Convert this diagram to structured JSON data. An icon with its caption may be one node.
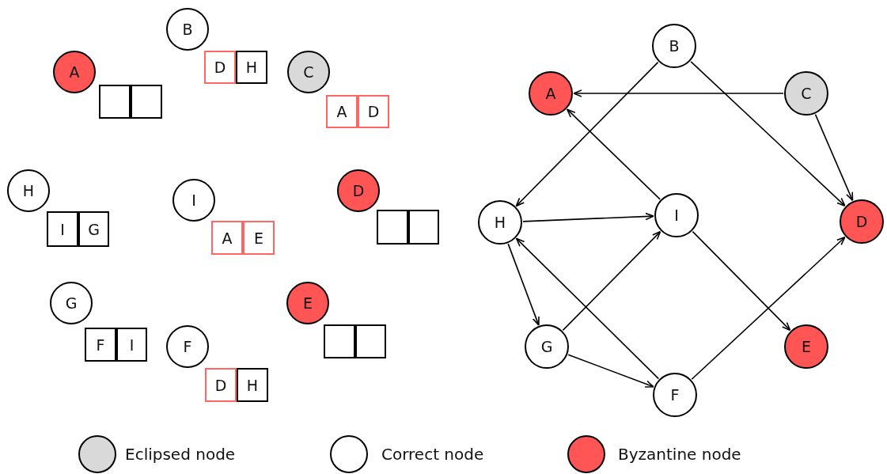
{
  "diagram": {
    "nodes": [
      {
        "text": [
          "B"
        ]
      },
      {
        "text": [
          "D"
        ]
      },
      {
        "text": [
          "H"
        ]
      },
      {
        "text": [
          "A"
        ]
      },
      {
        "text": [
          "C"
        ]
      },
      {
        "text": [],
        "shape": "box"
      },
      {
        "text": [],
        "shape": "box"
      },
      {
        "text": [
          "A"
        ]
      },
      {
        "text": [
          "D"
        ]
      },
      {
        "text": [
          "H"
        ]
      },
      {
        "text": [
          "I"
        ]
      },
      {
        "text": [
          "D"
        ]
      },
      {
        "text": [
          "I"
        ]
      },
      {
        "text": [
          "G"
        ]
      },
      {
        "text": [
          "A"
        ]
      },
      {
        "text": [
          "E"
        ]
      },
      {
        "text": [],
        "shape": "box"
      },
      {
        "text": [],
        "shape": "box"
      },
      {
        "text": [
          "G"
        ]
      },
      {
        "text": [
          "E"
        ]
      },
      {
        "text": [
          "F"
        ]
      },
      {
        "text": [
          "I"
        ]
      },
      {
        "text": [
          "F"
        ]
      },
      {
        "text": [],
        "shape": "box"
      },
      {
        "text": [],
        "shape": "box"
      },
      {
        "text": [
          "D"
        ]
      },
      {
        "text": [
          "H"
        ]
      },
      {
        "text": [
          "B"
        ]
      },
      {
        "text": [
          "A"
        ]
      },
      {
        "text": [
          "C"
        ]
      },
      {
        "text": [
          "H"
        ]
      },
      {
        "text": [
          "I"
        ]
      },
      {
        "text": [
          "D"
        ]
      },
      {
        "text": [
          "G"
        ]
      },
      {
        "text": [
          "E"
        ]
      },
      {
        "text": [
          "F"
        ]
      }
    ],
    "edges": [
      {
        "from": 27,
        "to": 30,
        "arrow": "to"
      },
      {
        "from": 27,
        "to": 32,
        "arrow": "to"
      },
      {
        "from": 29,
        "to": 28,
        "arrow": "to"
      },
      {
        "from": 29,
        "to": 32,
        "arrow": "to"
      },
      {
        "from": 31,
        "to": 28,
        "arrow": "to"
      },
      {
        "from": 30,
        "to": 31,
        "arrow": "to"
      },
      {
        "from": 30,
        "to": 33,
        "arrow": "to"
      },
      {
        "from": 33,
        "to": 31,
        "arrow": "to"
      },
      {
        "from": 33,
        "to": 35,
        "arrow": "to"
      },
      {
        "from": 35,
        "to": 30,
        "arrow": "to"
      },
      {
        "from": 31,
        "to": 34,
        "arrow": "to"
      },
      {
        "from": 35,
        "to": 32,
        "arrow": "to"
      }
    ],
    "legend": [
      {
        "text": "Eclipsed node",
        "color": "#d9d9d9"
      },
      {
        "text": "Correct node",
        "color": "#ffffff"
      },
      {
        "text": "Byzantine node",
        "color": "#ff5555"
      }
    ]
  }
}
